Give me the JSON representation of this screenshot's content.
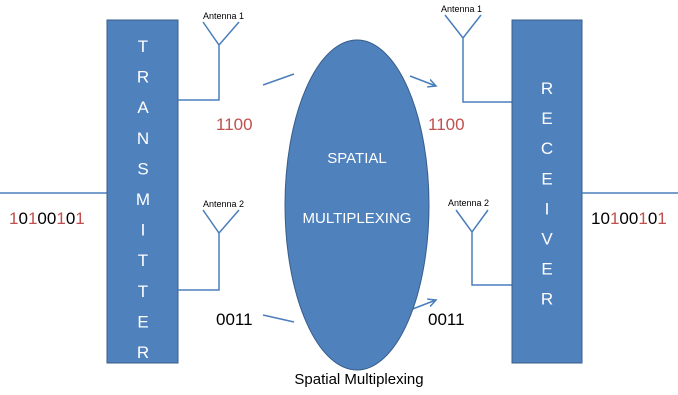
{
  "colors": {
    "block_fill": "#4f81bd",
    "block_stroke": "#385d8a",
    "line": "#4a7ebb",
    "ellipse_fill": "#4f81bd",
    "bit_red": "#c0504d",
    "bit_black": "#000000",
    "text_white": "#ffffff"
  },
  "transmitter": {
    "label": "TRANSMITTER",
    "letters": [
      "T",
      "R",
      "A",
      "N",
      "S",
      "M",
      "I",
      "T",
      "T",
      "E",
      "R"
    ]
  },
  "receiver": {
    "label": "RECEIVER",
    "letters": [
      "R",
      "E",
      "C",
      "E",
      "I",
      "V",
      "E",
      "R"
    ]
  },
  "antennas": {
    "tx1": "Antenna 1",
    "tx2": "Antenna 2",
    "rx1": "Antenna 1",
    "rx2": "Antenna 2"
  },
  "streams": {
    "tx_upper": "1100",
    "tx_lower": "0011",
    "rx_upper": "1100",
    "rx_lower": "0011"
  },
  "input_bits": {
    "text": "10100101",
    "digits": [
      "1",
      "0",
      "1",
      "0",
      "0",
      "1",
      "0",
      "1"
    ],
    "digit_colors": [
      "#c0504d",
      "#000000",
      "#c0504d",
      "#000000",
      "#000000",
      "#c0504d",
      "#000000",
      "#c0504d"
    ]
  },
  "output_bits": {
    "text": "10100101",
    "digits": [
      "1",
      "0",
      "1",
      "0",
      "0",
      "1",
      "0",
      "1"
    ],
    "digit_colors": [
      "#000000",
      "#000000",
      "#c0504d",
      "#000000",
      "#000000",
      "#c0504d",
      "#000000",
      "#c0504d"
    ]
  },
  "center": {
    "line1": "SPATIAL",
    "line2": "MULTIPLEXING"
  },
  "caption": "Spatial Multiplexing"
}
